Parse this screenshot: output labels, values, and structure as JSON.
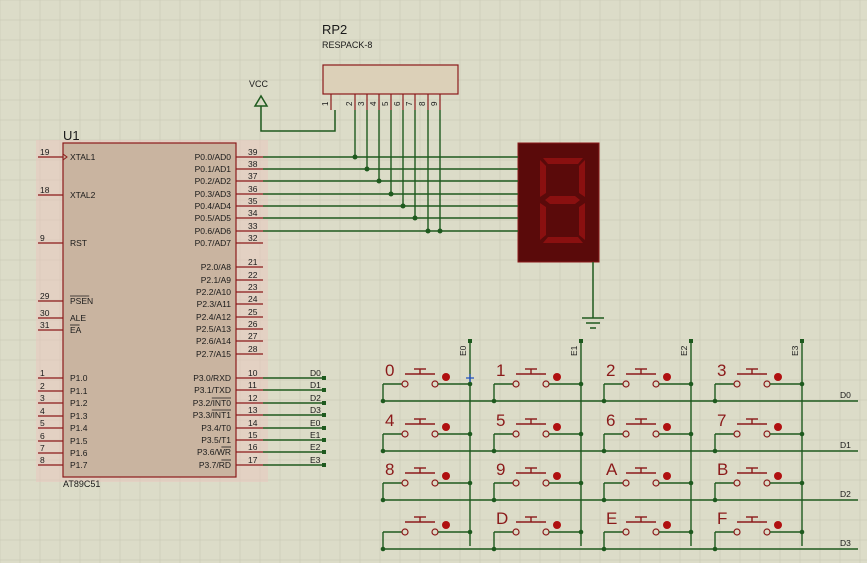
{
  "colors": {
    "background": "#dcdcc8",
    "grid": "#c6c6b2",
    "wire": "#1e5a1e",
    "component": "#8b1a1a",
    "chip_fill": "#c9b4a0",
    "chip_border": "#cc6666",
    "resistor_fill": "#dcd0b8",
    "segment_bg": "#5a0a0a",
    "segment_off": "#8a1010",
    "button_dot": "#b01010"
  },
  "mcu": {
    "designator": "U1",
    "part": "AT89C51",
    "left_pins": [
      {
        "num": "19",
        "name": "XTAL1"
      },
      {
        "num": "18",
        "name": "XTAL2"
      },
      {
        "num": "9",
        "name": "RST"
      },
      {
        "num": "29",
        "name": "PSEN"
      },
      {
        "num": "30",
        "name": "ALE"
      },
      {
        "num": "31",
        "name": "EA"
      },
      {
        "num": "1",
        "name": "P1.0"
      },
      {
        "num": "2",
        "name": "P1.1"
      },
      {
        "num": "3",
        "name": "P1.2"
      },
      {
        "num": "4",
        "name": "P1.3"
      },
      {
        "num": "5",
        "name": "P1.4"
      },
      {
        "num": "6",
        "name": "P1.5"
      },
      {
        "num": "7",
        "name": "P1.6"
      },
      {
        "num": "8",
        "name": "P1.7"
      }
    ],
    "right_pins": [
      {
        "num": "39",
        "name": "P0.0/AD0"
      },
      {
        "num": "38",
        "name": "P0.1/AD1"
      },
      {
        "num": "37",
        "name": "P0.2/AD2"
      },
      {
        "num": "36",
        "name": "P0.3/AD3"
      },
      {
        "num": "35",
        "name": "P0.4/AD4"
      },
      {
        "num": "34",
        "name": "P0.5/AD5"
      },
      {
        "num": "33",
        "name": "P0.6/AD6"
      },
      {
        "num": "32",
        "name": "P0.7/AD7"
      },
      {
        "num": "21",
        "name": "P2.0/A8"
      },
      {
        "num": "22",
        "name": "P2.1/A9"
      },
      {
        "num": "23",
        "name": "P2.2/A10"
      },
      {
        "num": "24",
        "name": "P2.3/A11"
      },
      {
        "num": "25",
        "name": "P2.4/A12"
      },
      {
        "num": "26",
        "name": "P2.5/A13"
      },
      {
        "num": "27",
        "name": "P2.6/A14"
      },
      {
        "num": "28",
        "name": "P2.7/A15"
      },
      {
        "num": "10",
        "name": "P3.0/RXD"
      },
      {
        "num": "11",
        "name": "P3.1/TXD"
      },
      {
        "num": "12",
        "name": "P3.2/INT0"
      },
      {
        "num": "13",
        "name": "P3.3/INT1"
      },
      {
        "num": "14",
        "name": "P3.4/T0"
      },
      {
        "num": "15",
        "name": "P3.5/T1"
      },
      {
        "num": "16",
        "name": "P3.6/WR"
      },
      {
        "num": "17",
        "name": "P3.7/RD"
      }
    ]
  },
  "mcu_net_labels": [
    "D0",
    "D1",
    "D2",
    "D3",
    "E0",
    "E1",
    "E2",
    "E3"
  ],
  "resistor_pack": {
    "designator": "RP2",
    "part": "RESPACK-8",
    "pins": [
      "1",
      "2",
      "3",
      "4",
      "5",
      "6",
      "7",
      "8",
      "9"
    ]
  },
  "power": {
    "label": "VCC"
  },
  "keypad": {
    "column_labels": [
      "E0",
      "E1",
      "E2",
      "E3"
    ],
    "row_labels": [
      "D0",
      "D1",
      "D2",
      "D3"
    ],
    "keys": [
      "0",
      "1",
      "2",
      "3",
      "4",
      "5",
      "6",
      "7",
      "8",
      "9",
      "A",
      "B",
      "",
      "D",
      "E",
      "F"
    ]
  }
}
